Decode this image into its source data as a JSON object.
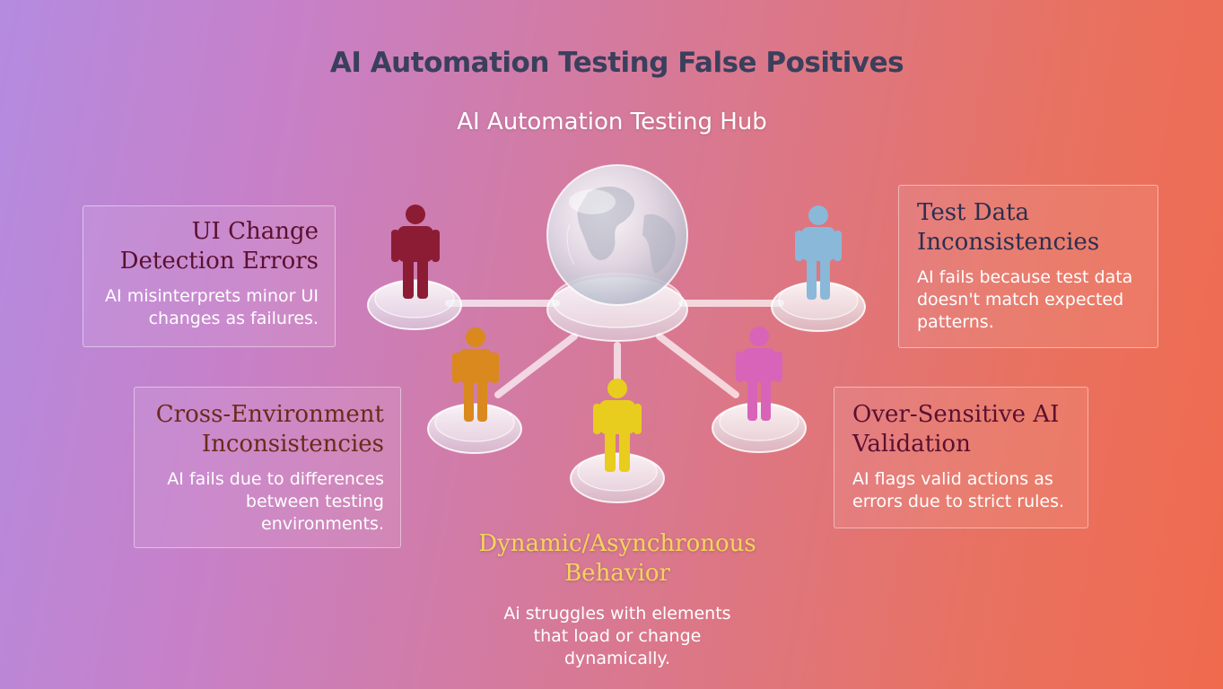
{
  "title": "AI Automation Testing False Positives",
  "hub": {
    "label": "AI Automation Testing Hub"
  },
  "nodes": [
    {
      "id": "ui-change",
      "title": "UI Change Detection Errors",
      "description": "AI misinterprets minor UI changes as failures.",
      "title_color": "#5a1030",
      "figure_color": "#8c1c34"
    },
    {
      "id": "cross-env",
      "title": "Cross-Environment Inconsistencies",
      "description": "AI fails due to differences between testing environments.",
      "title_color": "#6a2a1a",
      "figure_color": "#d9891e"
    },
    {
      "id": "dynamic",
      "title": "Dynamic/Asynchronous Behavior",
      "description": "Ai struggles with elements that load or change dynamically.",
      "title_color": "#f5d45a",
      "figure_color": "#e8cc1e"
    },
    {
      "id": "over-sensitive",
      "title": "Over-Sensitive AI Validation",
      "description": "AI flags valid actions as errors due to strict rules.",
      "title_color": "#5a1030",
      "figure_color": "#d764b8"
    },
    {
      "id": "test-data",
      "title": "Test Data Inconsistencies",
      "description": "AI fails because test data doesn't match expected patterns.",
      "title_color": "#2a2f50",
      "figure_color": "#8ab8d8"
    }
  ]
}
